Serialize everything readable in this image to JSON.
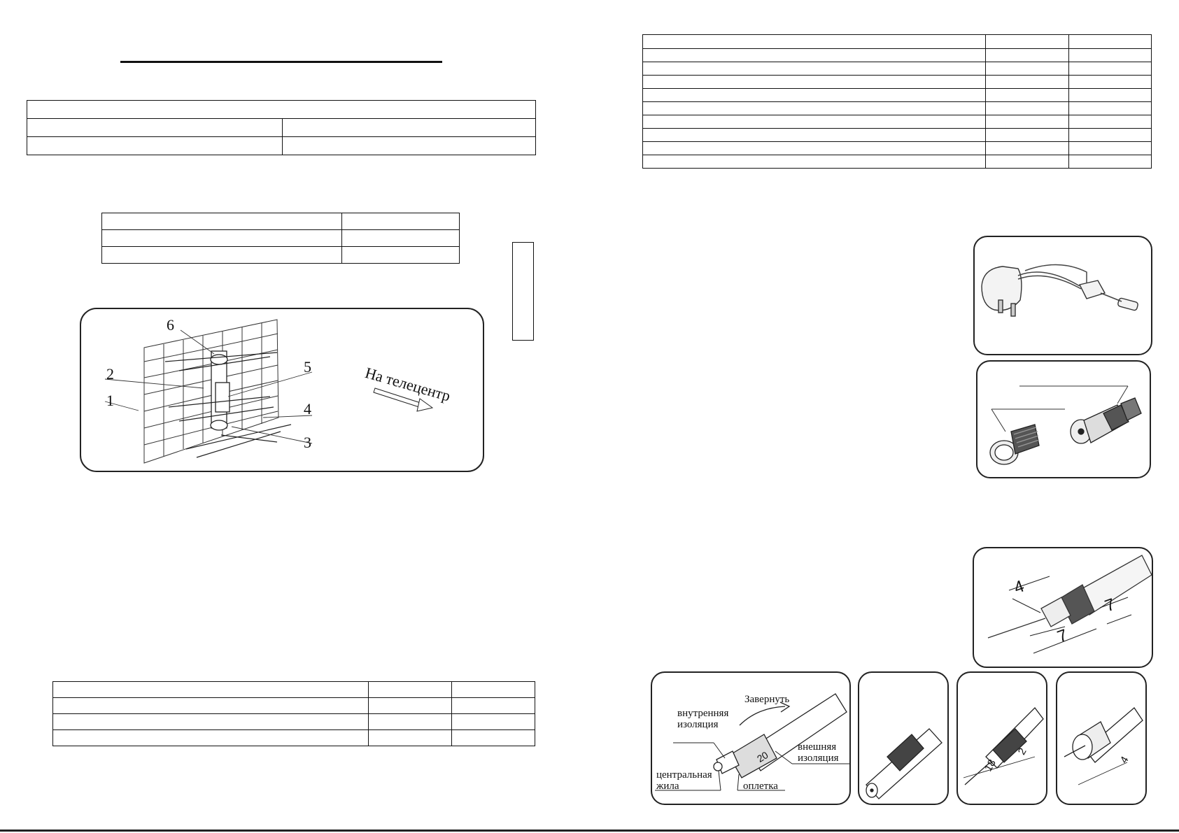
{
  "left_page": {
    "tables": {
      "t1_rows": [
        [
          ""
        ],
        [
          "",
          ""
        ],
        [
          "",
          ""
        ]
      ],
      "t2_rows": [
        [
          "",
          ""
        ],
        [
          "",
          ""
        ],
        [
          "",
          ""
        ]
      ],
      "t3_rows": [
        [
          "",
          "",
          ""
        ],
        [
          "",
          "",
          ""
        ],
        [
          "",
          "",
          ""
        ],
        [
          "",
          "",
          ""
        ]
      ]
    },
    "antenna_figure": {
      "callouts": [
        "6",
        "2",
        "5",
        "1",
        "4",
        "3"
      ],
      "direction_text": "На телецентр"
    }
  },
  "right_page": {
    "table_rows": 10,
    "cable_figure": {
      "dims": [
        "4",
        "7",
        "7"
      ]
    },
    "strip_figure": {
      "labels": {
        "twist": "Завернуть",
        "inner_insulation_1": "внутренняя",
        "inner_insulation_2": "изоляция",
        "outer_insulation_1": "внешняя",
        "outer_insulation_2": "изоляция",
        "core_1": "центральная",
        "core_2": "жила",
        "braid": "оплетка",
        "dim_20": "20"
      }
    },
    "step3_dims": [
      "18",
      "2"
    ],
    "step4_dims": [
      "4"
    ]
  }
}
